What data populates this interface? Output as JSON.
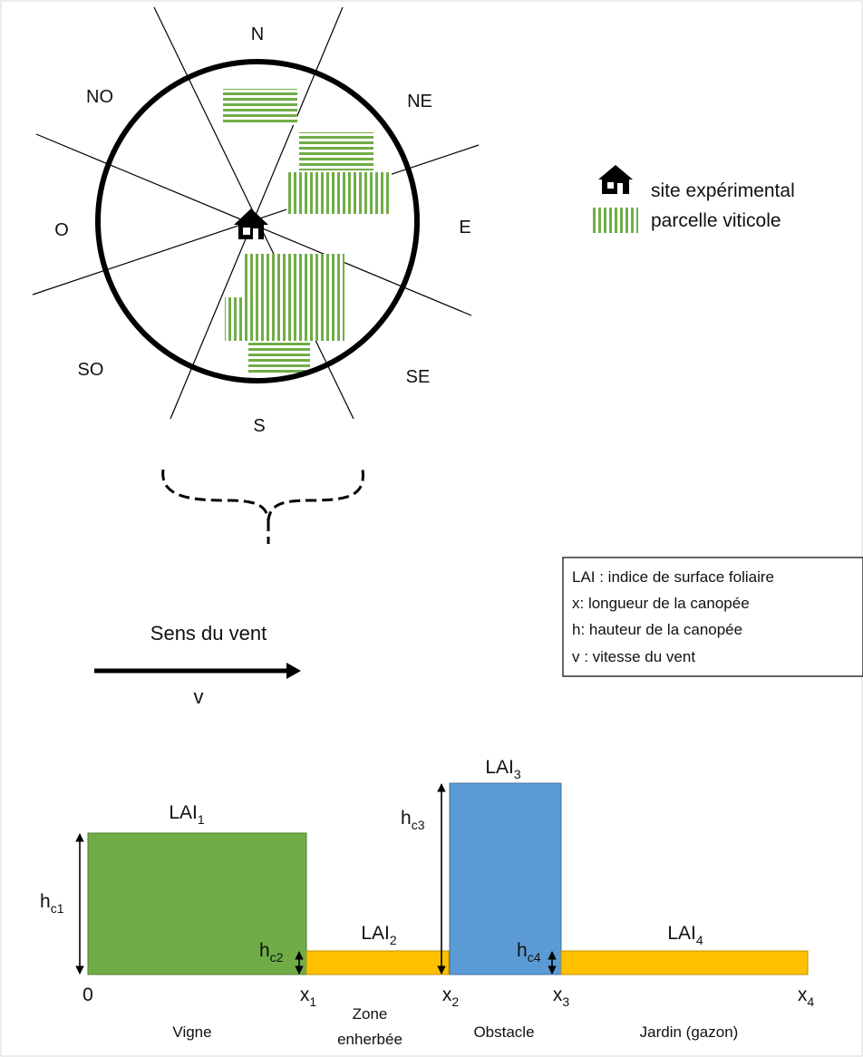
{
  "compass": {
    "labels": [
      "N",
      "NE",
      "E",
      "SE",
      "S",
      "SO",
      "O",
      "NO"
    ]
  },
  "legend": {
    "site": "site expérimental",
    "plot": "parcelle viticole"
  },
  "definitions": [
    "LAI : indice de surface foliaire",
    "x: longueur de la canopée",
    "h: hauteur de la canopée",
    "v : vitesse du vent"
  ],
  "wind": {
    "title": "Sens du vent",
    "symbol": "v"
  },
  "profile": {
    "blocks": [
      {
        "lai": "LAI",
        "lai_sub": "1",
        "h": "h",
        "h_sub": "c1",
        "zone": "Vigne",
        "color": "#6aa84f"
      },
      {
        "lai": "LAI",
        "lai_sub": "2",
        "h": "h",
        "h_sub": "c2",
        "zone": "Zone",
        "zone2": "enherbée",
        "color": "#ffc000"
      },
      {
        "lai": "LAI",
        "lai_sub": "3",
        "h": "h",
        "h_sub": "c3",
        "zone": "Obstacle",
        "color": "#5b9bd5"
      },
      {
        "lai": "LAI",
        "lai_sub": "4",
        "h": "h",
        "h_sub": "c4",
        "zone": "Jardin (gazon)",
        "color": "#ffc000"
      }
    ],
    "x_ticks": [
      {
        "base": "0",
        "sub": ""
      },
      {
        "base": "x",
        "sub": "1"
      },
      {
        "base": "x",
        "sub": "2"
      },
      {
        "base": "x",
        "sub": "3"
      },
      {
        "base": "x",
        "sub": "4"
      }
    ]
  },
  "colors": {
    "vine_green": "#70ad47",
    "grass_orange": "#ffc000",
    "obstacle_blue": "#5b9bd5"
  }
}
